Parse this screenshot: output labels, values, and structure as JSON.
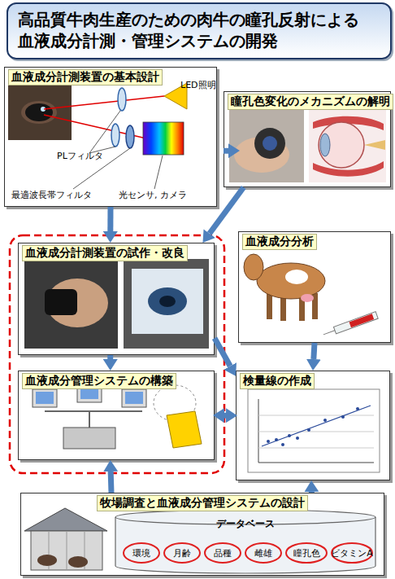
{
  "diagram": {
    "title": "高品質牛肉生産のための肉牛の瞳孔反射による 血液成分計測・管理システムの開発",
    "nodes": [
      {
        "text": [
          "血液成分計測装置の基本設計"
        ]
      },
      {
        "text": [
          "瞳孔色変化のメカニズムの解明"
        ]
      },
      {
        "text": [
          "血液成分計測装置の試作・改良"
        ]
      },
      {
        "text": [
          "血液成分管理システムの構築"
        ]
      },
      {
        "text": [
          "血液成分分析"
        ]
      },
      {
        "text": [
          "検量線の作成"
        ]
      },
      {
        "text": [
          "牧場調査と血液成分管理システムの設計"
        ]
      },
      {
        "text": [
          "データベース"
        ],
        "in": 6
      },
      {
        "text": [
          "環境"
        ],
        "in": 7
      },
      {
        "text": [
          "月齢"
        ],
        "in": 7
      },
      {
        "text": [
          "品種"
        ],
        "in": 7
      },
      {
        "text": [
          "雌雄"
        ],
        "in": 7
      },
      {
        "text": [
          "瞳孔色"
        ],
        "in": 7
      },
      {
        "text": [
          "ビタミンA"
        ],
        "in": 7
      }
    ],
    "edges": [
      {
        "from": 1,
        "to": 0,
        "arrow": "to"
      },
      {
        "from": 0,
        "to": 2,
        "arrow": "to"
      },
      {
        "from": 1,
        "to": 2,
        "arrow": "to"
      },
      {
        "from": 2,
        "to": 3,
        "arrow": "to"
      },
      {
        "from": 2,
        "to": 5,
        "arrow": "to"
      },
      {
        "from": 4,
        "to": 5,
        "arrow": "to"
      },
      {
        "from": 3,
        "to": 5,
        "arrow": "both"
      },
      {
        "from": 6,
        "to": 3,
        "arrow": "to"
      },
      {
        "from": 6,
        "to": 5,
        "arrow": "to"
      }
    ],
    "labels": [
      "LED照明",
      "PLフィルタ",
      "最適波長帯フィルタ",
      "光センサ, カメラ"
    ]
  }
}
